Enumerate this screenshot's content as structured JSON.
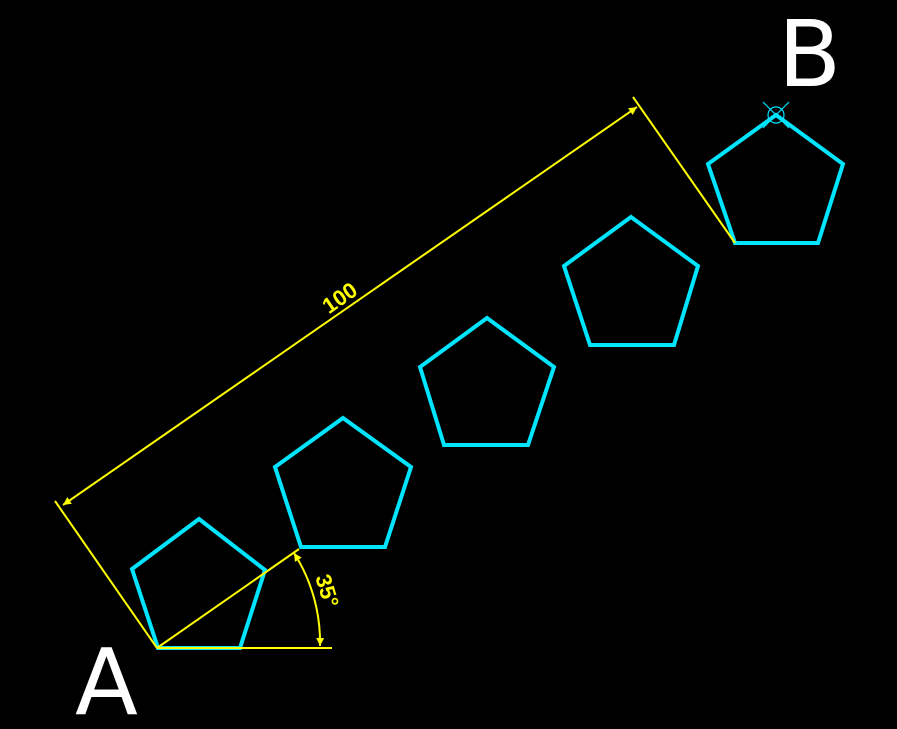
{
  "labels": {
    "point_a": "A",
    "point_b": "B",
    "distance": "100",
    "angle": "35°"
  },
  "colors": {
    "background": "#000000",
    "shape": "#00e5ff",
    "dimension": "#ffff00",
    "label": "#ffffff"
  },
  "shape_count": 5,
  "icons": {
    "endpoint_marker": "circle-x-snap-icon"
  }
}
